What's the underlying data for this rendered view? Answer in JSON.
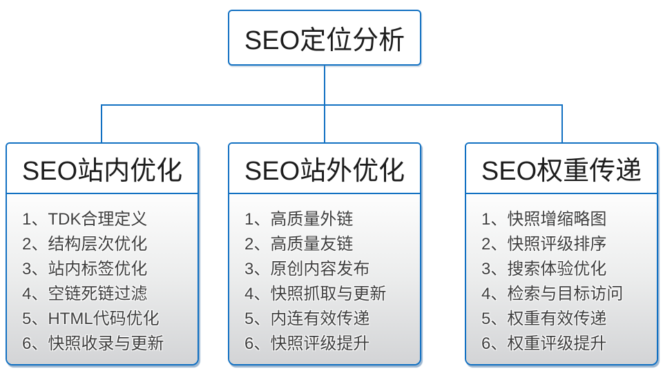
{
  "colors": {
    "accent": "#1170c2",
    "item_text": "#3e3e3e",
    "header_text": "#1c1c1c",
    "body_gradient_top": "#fdfdfd",
    "body_gradient_bottom": "#d3d4d6"
  },
  "tree": {
    "root": {
      "label": "SEO定位分析"
    },
    "branches": [
      {
        "title": "SEO站内优化",
        "items": [
          "1、TDK合理定义",
          "2、结构层次优化",
          "3、站内标签优化",
          "4、空链死链过滤",
          "5、HTML代码优化",
          "6、快照收录与更新"
        ]
      },
      {
        "title": "SEO站外优化",
        "items": [
          "1、高质量外链",
          "2、高质量友链",
          "3、原创内容发布",
          "4、快照抓取与更新",
          "5、内连有效传递",
          "6、快照评级提升"
        ]
      },
      {
        "title": "SEO权重传递",
        "items": [
          "1、快照增缩略图",
          "2、快照评级排序",
          "3、搜索体验优化",
          "4、检索与目标访问",
          "5、权重有效传递",
          "6、权重评级提升"
        ]
      }
    ]
  }
}
